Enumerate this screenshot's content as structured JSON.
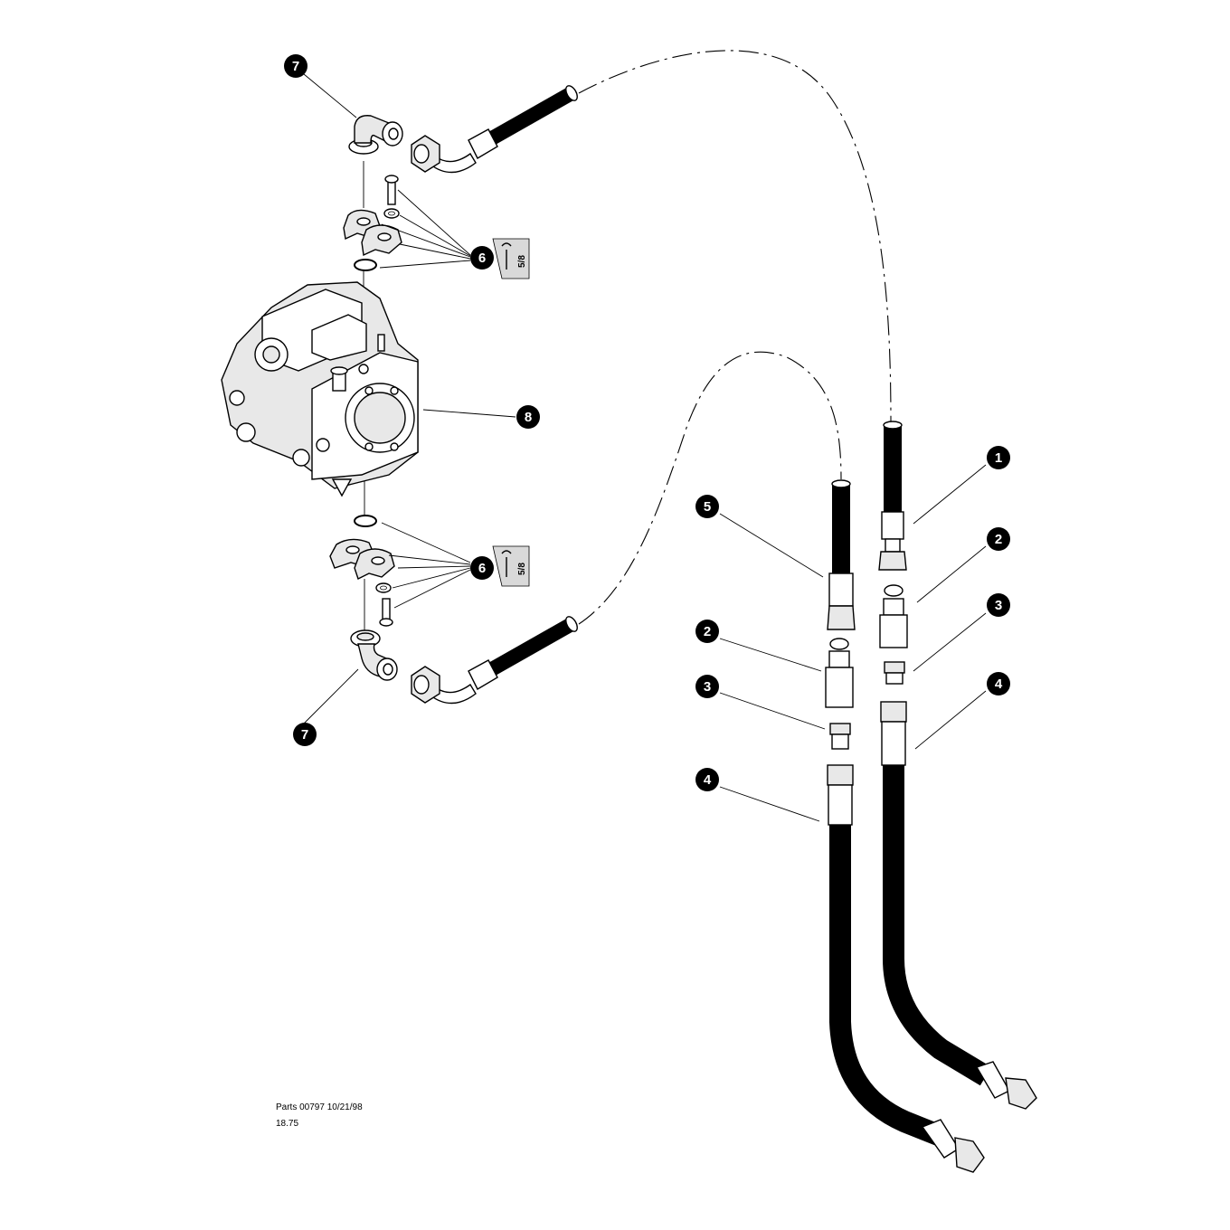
{
  "callouts": [
    {
      "id": "7a",
      "number": "7"
    },
    {
      "id": "6a",
      "number": "6"
    },
    {
      "id": "8",
      "number": "8"
    },
    {
      "id": "6b",
      "number": "6"
    },
    {
      "id": "7b",
      "number": "7"
    },
    {
      "id": "1",
      "number": "1"
    },
    {
      "id": "2a",
      "number": "2"
    },
    {
      "id": "3a",
      "number": "3"
    },
    {
      "id": "4a",
      "number": "4"
    },
    {
      "id": "5",
      "number": "5"
    },
    {
      "id": "2b",
      "number": "2"
    },
    {
      "id": "3b",
      "number": "3"
    },
    {
      "id": "4b",
      "number": "4"
    }
  ],
  "wrench_tags": [
    {
      "id": "upper",
      "size": "5/8"
    },
    {
      "id": "lower",
      "size": "5/8"
    }
  ],
  "footer": {
    "line1": "Parts 00797  10/21/98",
    "line2": "18.75"
  }
}
